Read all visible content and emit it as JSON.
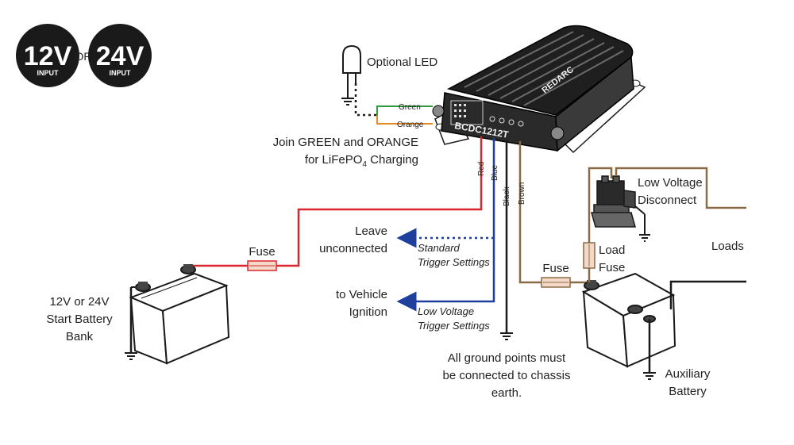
{
  "colors": {
    "red_wire": "#d9262e",
    "blue_wire": "#1f3f9c",
    "black_wire": "#1a1a1a",
    "brown_wire": "#8a6a45",
    "green_wire": "#2e9a3e",
    "orange_wire": "#e48a22",
    "badge_fill": "#1a1a1a",
    "fuse_fill": "#f4d9c8"
  },
  "badges": {
    "left": {
      "voltage": "12V",
      "sub": "INPUT"
    },
    "or": "OR",
    "right": {
      "voltage": "24V",
      "sub": "INPUT"
    }
  },
  "led": {
    "label": "Optional LED"
  },
  "signal_wires": {
    "green": "Green",
    "orange": "Orange"
  },
  "join_note": {
    "line1": "Join GREEN and ORANGE",
    "line2_pre": "for LiFePO",
    "line2_sub": "4",
    "line2_post": " Charging"
  },
  "device": {
    "model": "BCDC1212T",
    "brand": "REDARC"
  },
  "wire_labels": {
    "red": "Red",
    "blue": "Blue",
    "black": "Black",
    "brown": "Brown"
  },
  "fuses": {
    "start": "Fuse",
    "aux": "Fuse"
  },
  "standard": {
    "label_line1": "Leave",
    "label_line2": "unconnected",
    "settings_line1": "Standard",
    "settings_line2": "Trigger Settings"
  },
  "low_voltage": {
    "label_line1": "to Vehicle",
    "label_line2": "Ignition",
    "settings_line1": "Low Voltage",
    "settings_line2": "Trigger Settings"
  },
  "ground_note": {
    "line1": "All ground points must",
    "line2": "be connected to chassis",
    "line3": "earth."
  },
  "start_battery": {
    "line1": "12V or 24V",
    "line2": "Start Battery",
    "line3": "Bank"
  },
  "aux_battery": {
    "line1": "Auxiliary",
    "line2": "Battery"
  },
  "lvd": {
    "line1": "Low Voltage",
    "line2": "Disconnect"
  },
  "load_fuse": {
    "line1": "Load",
    "line2": "Fuse"
  },
  "loads": "Loads"
}
